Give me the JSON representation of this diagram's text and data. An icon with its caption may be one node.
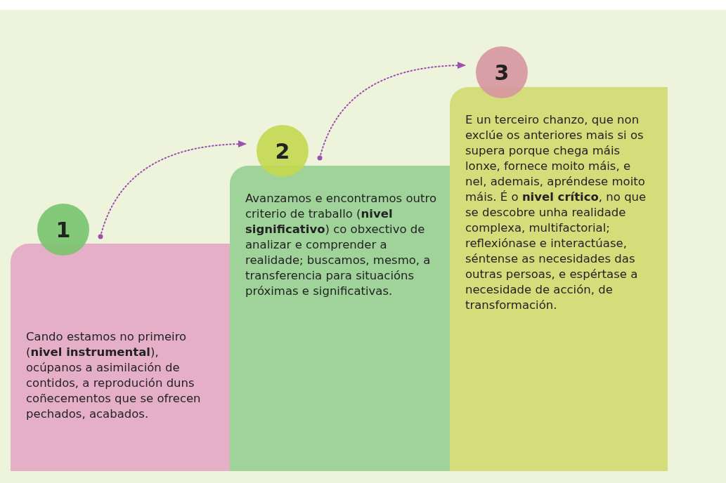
{
  "diagram": {
    "nodes": [
      {
        "text": [
          "1"
        ]
      },
      {
        "text": [
          "Cando estamos no primeiro (**nivel instrumental**), ocúpanos a asimilación de contidos, a reprodución duns coñecementos que se ofrecen pechados, acabados."
        ]
      },
      {
        "text": [
          "2"
        ]
      },
      {
        "text": [
          "Avanzamos e encontramos outro criterio de traballo (**nivel significativo**) co obxectivo de analizar e comprender a realidade; buscamos, mesmo, a transferencia para situacións próximas e significativas."
        ]
      },
      {
        "text": [
          "3"
        ]
      },
      {
        "text": [
          "E un terceiro chanzo, que non exclúe os anteriores mais si os supera porque chega máis lonxe, fornece moito máis, e nel, ademais, apréndese moito máis. É o **nivel crítico**, no que se descobre unha realidade complexa, multifactorial; reflexiónase e interactúase, séntense as necesidades das outras persoas, e espértase a necesidade de acción, de transformación."
        ]
      }
    ],
    "edges": [
      {
        "from": 0,
        "to": 2,
        "arrow": "to",
        "style": "dashed"
      },
      {
        "from": 2,
        "to": 4,
        "arrow": "to",
        "style": "dashed"
      }
    ]
  }
}
